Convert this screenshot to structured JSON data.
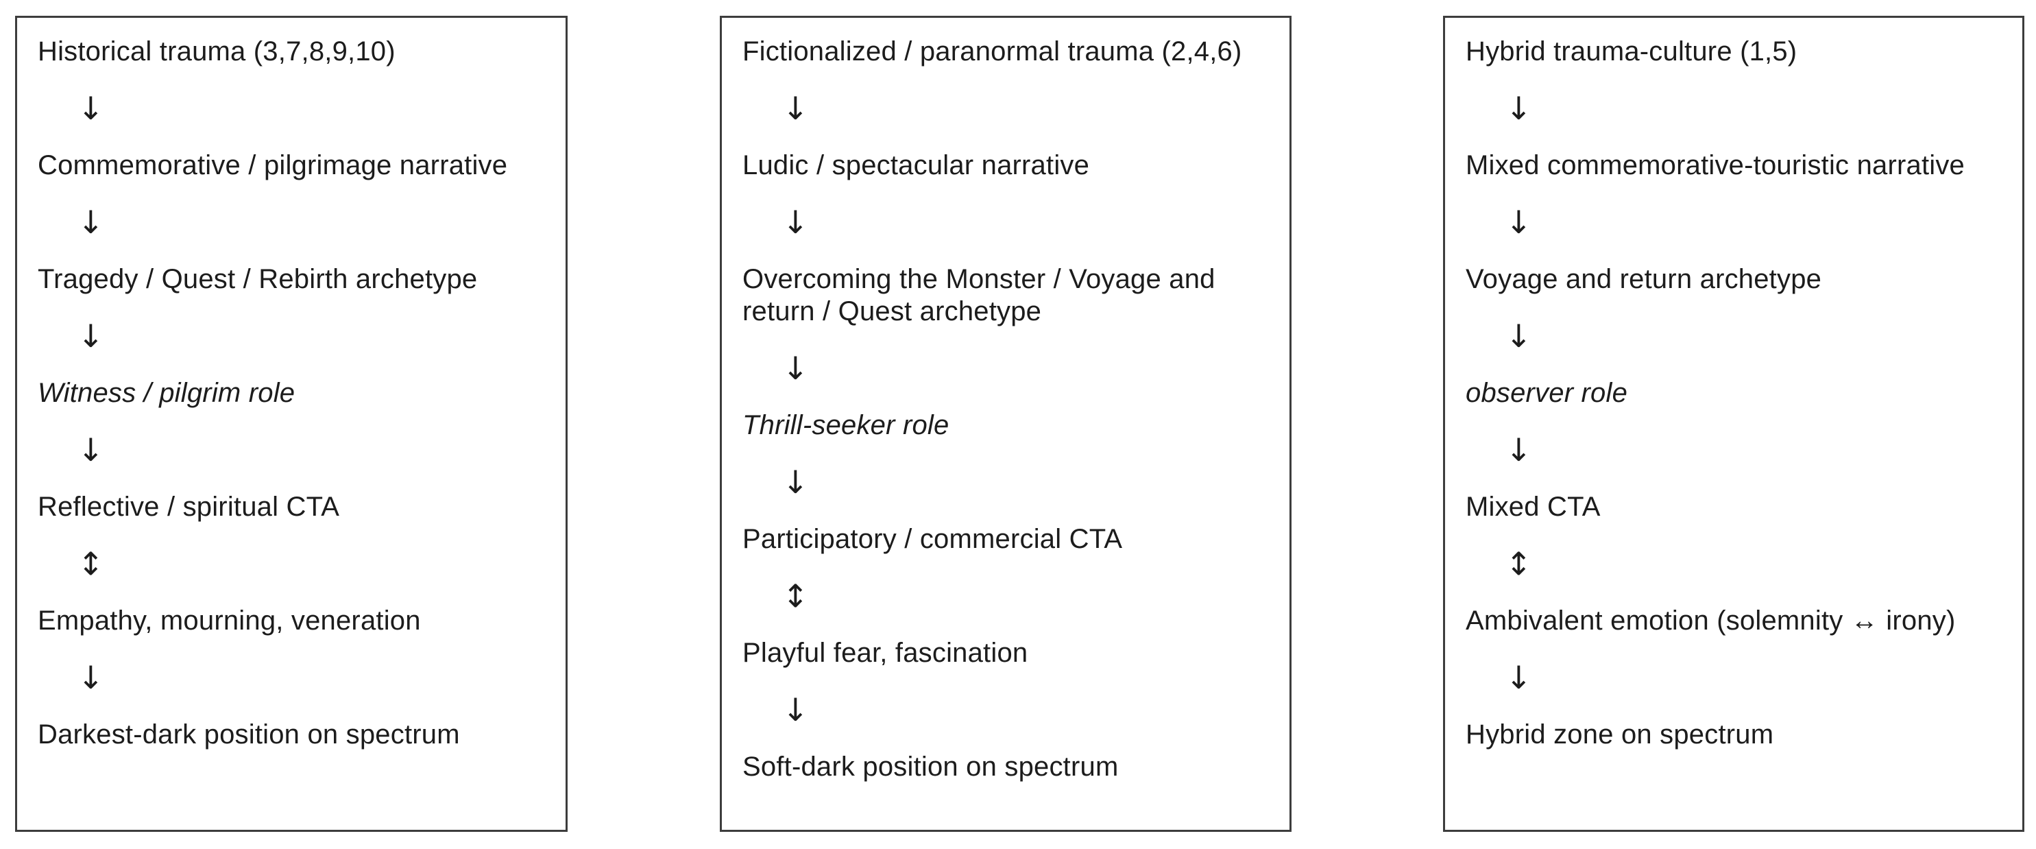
{
  "diagram": {
    "colors": {
      "background": "#ffffff",
      "border": "#3d3d3d",
      "text": "#1c1c1c"
    },
    "columns": [
      {
        "items": [
          "Historical trauma (3,7,8,9,10)",
          "↓",
          "Commemorative / pilgrimage narrative",
          "↓",
          "Tragedy / Quest / Rebirth archetype",
          "↓",
          "Witness / pilgrim role",
          "↓",
          "Reflective / spiritual CTA",
          "↕",
          "Empathy, mourning, veneration",
          "↓",
          "Darkest-dark position on spectrum"
        ]
      },
      {
        "items": [
          "Fictionalized / paranormal trauma (2,4,6)",
          "↓",
          "Ludic / spectacular narrative",
          "↓",
          "Overcoming the Monster / Voyage and return / Quest archetype",
          "↓",
          "Thrill-seeker role",
          "↓",
          "Participatory / commercial CTA",
          "↕",
          "Playful fear, fascination",
          "↓",
          "Soft-dark position on spectrum"
        ]
      },
      {
        "items": [
          "Hybrid trauma-culture (1,5)",
          "↓",
          "Mixed commemorative-touristic narrative",
          "↓",
          "Voyage and return archetype",
          "↓",
          "observer role",
          "↓",
          "Mixed CTA",
          "↕",
          "Ambivalent emotion (solemnity ↔ irony)",
          "↓",
          "Hybrid zone on spectrum"
        ]
      }
    ]
  }
}
